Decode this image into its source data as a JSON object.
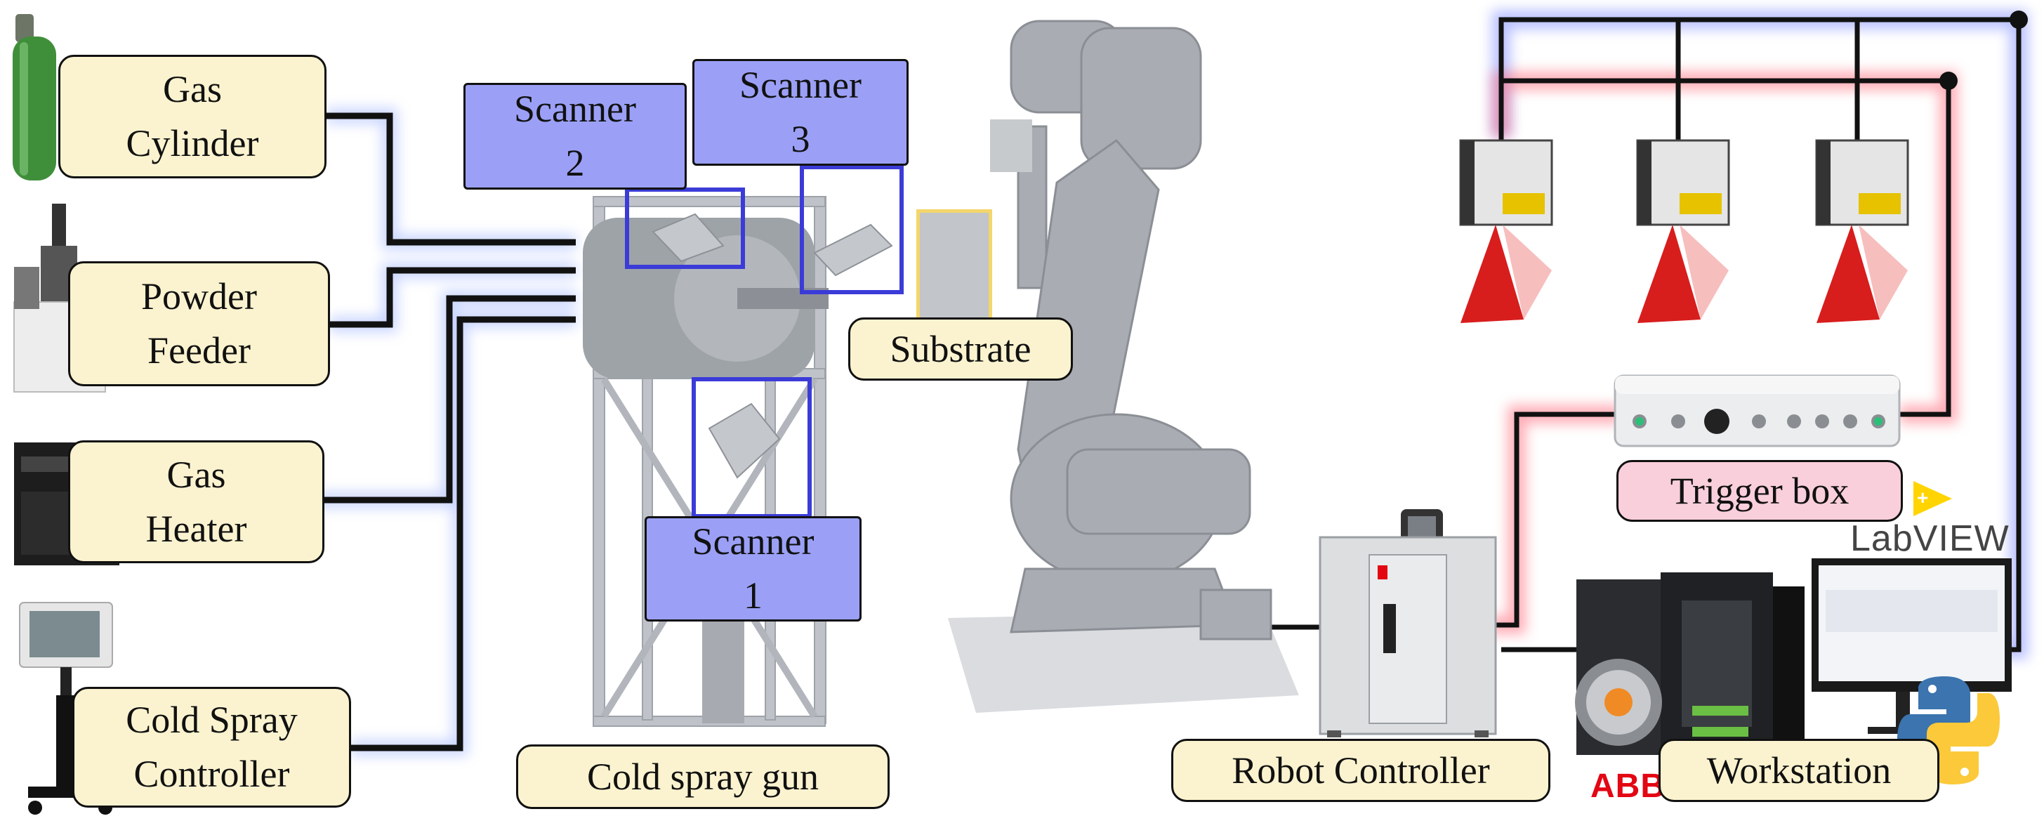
{
  "labels": {
    "gas_cylinder": "Gas\nCylinder",
    "powder_feeder": "Powder\nFeeder",
    "gas_heater": "Gas\nHeater",
    "cold_spray_controller": "Cold Spray\nController",
    "scanner_2": "Scanner\n2",
    "scanner_3": "Scanner\n3",
    "scanner_1": "Scanner\n1",
    "substrate": "Substrate",
    "cold_spray_gun": "Cold spray gun",
    "robot_controller": "Robot Controller",
    "trigger_box": "Trigger box",
    "workstation": "Workstation",
    "labview": "LabVIEW",
    "abb": "ABB"
  },
  "colors": {
    "box_yellow": "#fbf3cf",
    "box_blue": "#9ba0f6",
    "box_pink": "#f9cfdb",
    "wire": "#111111",
    "glow_blue": "#7f8cff",
    "glow_red": "#ff6b7a",
    "laser_red": "#d81d1d",
    "abb_red": "#e30613"
  }
}
